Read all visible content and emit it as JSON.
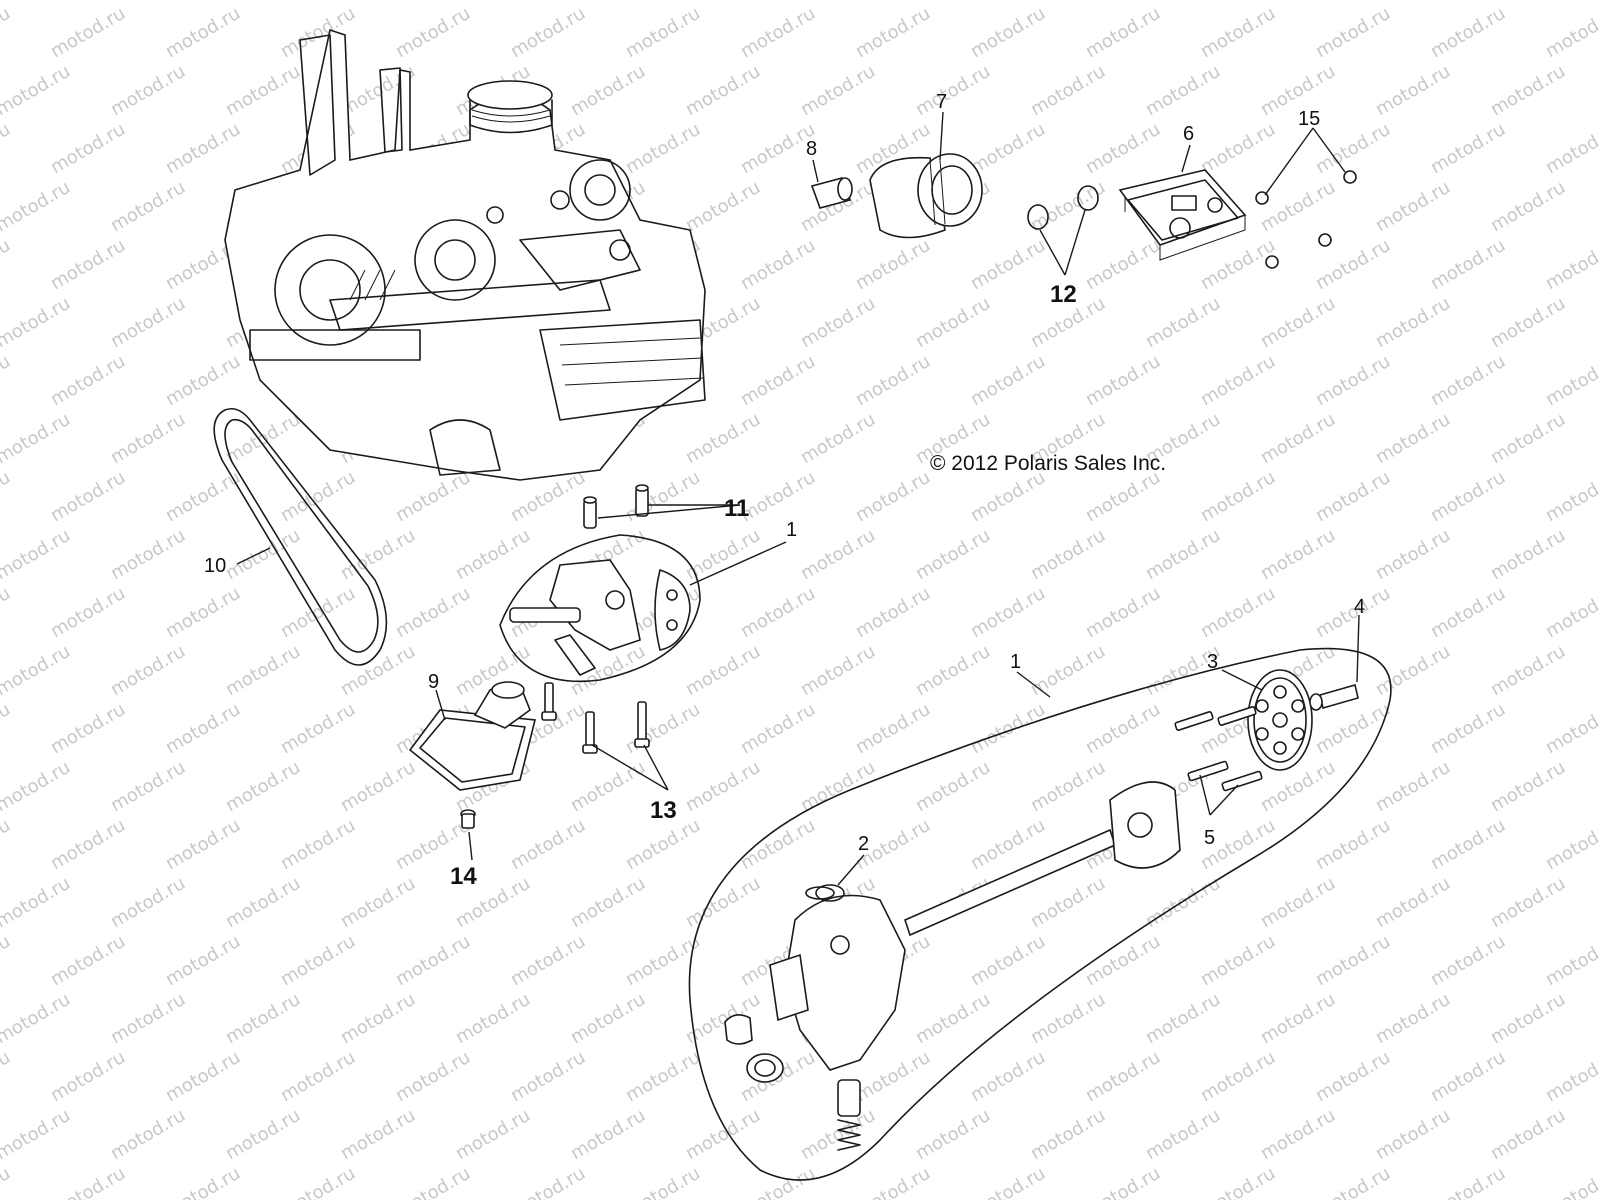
{
  "copyright": "© 2012 Polaris Sales Inc.",
  "watermark": "motod.ru",
  "callouts": [
    "1",
    "1",
    "2",
    "3",
    "4",
    "5",
    "6",
    "7",
    "8",
    "9",
    "10",
    "11",
    "12",
    "13",
    "14",
    "15"
  ],
  "colors": {
    "ink": "#1a1a1a",
    "watermark": "#c8c8c8",
    "background": "#ffffff"
  }
}
